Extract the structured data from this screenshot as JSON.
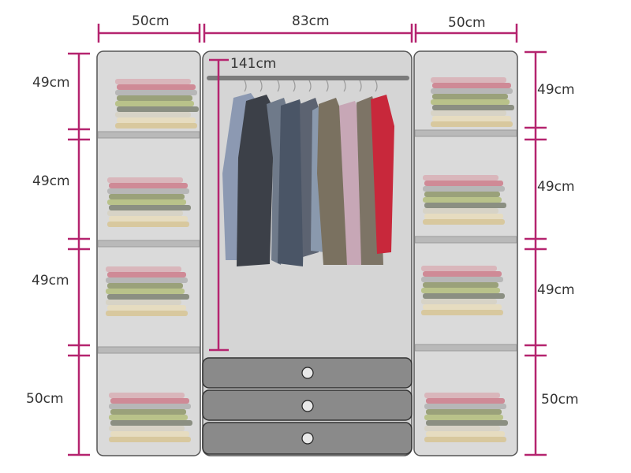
{
  "colors": {
    "dimension_line": "#b5246f",
    "panel_fill": "#dadada",
    "panel_border": "#555555",
    "drawer_fill": "#8a8a8a",
    "rail": "#7b7b7b",
    "shelf": "#b9b9b9"
  },
  "dimensions": {
    "top": {
      "left": "50cm",
      "center": "83cm",
      "right": "50cm"
    },
    "hanging": "141cm",
    "left": [
      "49cm",
      "49cm",
      "49cm",
      "50cm"
    ],
    "right": [
      "49cm",
      "49cm",
      "49cm",
      "50cm"
    ]
  },
  "icons": {
    "folded_clothes": "folded-clothes-stack-icon",
    "hanging_clothes": "hanging-clothes-icon",
    "drawer_knob": "drawer-knob-icon"
  },
  "drawers": {
    "count": 3
  }
}
